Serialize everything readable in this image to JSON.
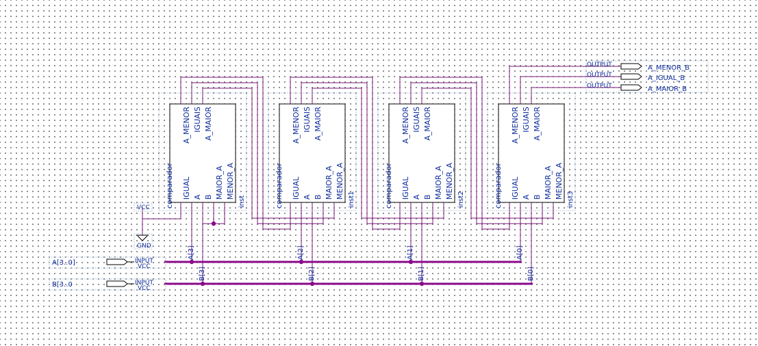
{
  "blocks": [
    {
      "type": "comparador",
      "instance": "inst",
      "top_pins": [
        "A_MENOR",
        "IGUAIS",
        "A_MAIOR"
      ],
      "bottom_pins": [
        "IGUAL",
        "A",
        "B",
        "MAIOR_A",
        "MENOR_A"
      ]
    },
    {
      "type": "comparador",
      "instance": "inst1",
      "top_pins": [
        "A_MENOR",
        "IGUAIS",
        "A_MAIOR"
      ],
      "bottom_pins": [
        "IGUAL",
        "A",
        "B",
        "MAIOR_A",
        "MENOR_A"
      ]
    },
    {
      "type": "comparador",
      "instance": "inst2",
      "top_pins": [
        "A_MENOR",
        "IGUAIS",
        "A_MAIOR"
      ],
      "bottom_pins": [
        "IGUAL",
        "A",
        "B",
        "MAIOR_A",
        "MENOR_A"
      ]
    },
    {
      "type": "comparador",
      "instance": "inst3",
      "top_pins": [
        "A_MENOR",
        "IGUAIS",
        "A_MAIOR"
      ],
      "bottom_pins": [
        "IGUAL",
        "A",
        "B",
        "MAIOR_A",
        "MENOR_A"
      ]
    }
  ],
  "inputs": [
    {
      "name": "A[3..0]",
      "type": "INPUT",
      "default": "VCC"
    },
    {
      "name": "B[3..0",
      "type": "INPUT",
      "default": "VCC"
    }
  ],
  "outputs": [
    {
      "name": "A_MENOR_B",
      "type": "OUTPUT"
    },
    {
      "name": "A_IGUAL_B",
      "type": "OUTPUT"
    },
    {
      "name": "A_MAIOR_B",
      "type": "OUTPUT"
    }
  ],
  "power": {
    "vcc": "VCC",
    "gnd": "GND"
  },
  "bus_taps_a": [
    "A[3]",
    "A[2]",
    "A[1]",
    "A[0]"
  ],
  "bus_taps_b": [
    "B[3]",
    "B[2]",
    "B[1]",
    "B[0]"
  ],
  "colors": {
    "wire": "#7a1a7a",
    "bus": "#8b0a8b",
    "text": "#0a2a9a",
    "box": "#000000",
    "dots": "#5a5a5a"
  }
}
